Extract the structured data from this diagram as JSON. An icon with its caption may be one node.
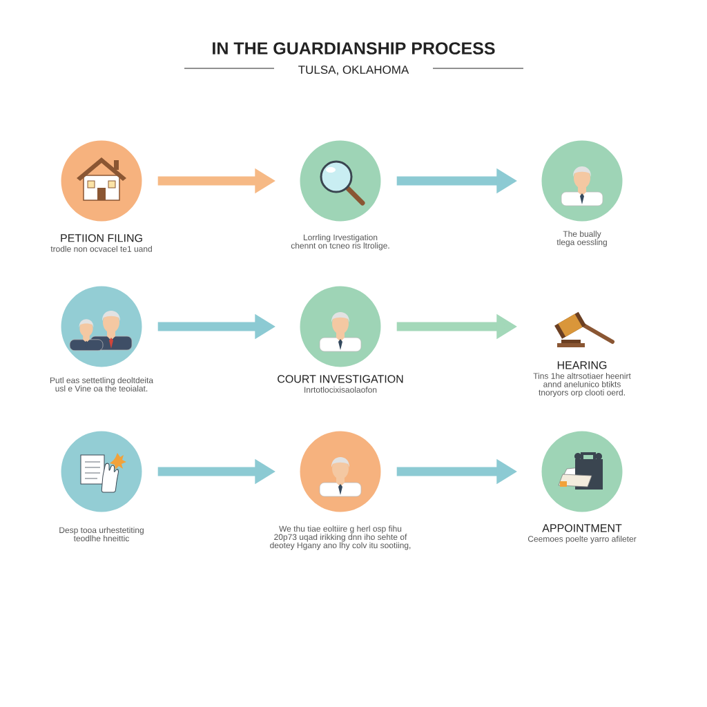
{
  "diagram": {
    "title": "IN  THE GUARDIANSHIP PROCESS",
    "nodes": [
      {
        "text": [
          "PETIION FILING",
          "trodle non ocvacel te1 uand"
        ]
      },
      {
        "text": [
          "Lorrling Irvestigation chennt on tcneo ris ltrolige."
        ]
      },
      {
        "text": [
          "The bually tlega oessling"
        ]
      },
      {
        "text": [
          "Putl eas settetling deoltdeita usl e Vine oa the teoialat."
        ]
      },
      {
        "text": [
          "COURT INVESTIGATION",
          "Inrtotlocixisaolaofon"
        ]
      },
      {
        "text": [
          "HEARING",
          "Tins 1he altrsotiaer heenirt annd anelunico btikts tnoryors orp clooti oerd."
        ]
      },
      {
        "text": [
          "Desp tooa urhestetiting teodlhe hneittic"
        ]
      },
      {
        "text": [
          "We thu tiae eoltiire g herl osp fihu 20p73 uqad irikking dnn iho sehte of deotey Hgany ano lhy colv itu sootiing,"
        ]
      },
      {
        "text": [
          "APPOINTMENT",
          "Ceemoes poelte yarro afileter"
        ]
      }
    ],
    "edges": [
      {
        "from": 0,
        "to": 1,
        "arrow": "to",
        "color": "#f6b985"
      },
      {
        "from": 1,
        "to": 2,
        "arrow": "to"
      },
      {
        "from": 3,
        "to": 4,
        "arrow": "to"
      },
      {
        "from": 4,
        "to": 5,
        "arrow": "to",
        "color": "#a3d8b9"
      },
      {
        "from": 6,
        "to": 7,
        "arrow": "to"
      },
      {
        "from": 7,
        "to": 8,
        "arrow": "to"
      }
    ],
    "labels": [
      "TULSA, OKLAHOMA"
    ]
  }
}
